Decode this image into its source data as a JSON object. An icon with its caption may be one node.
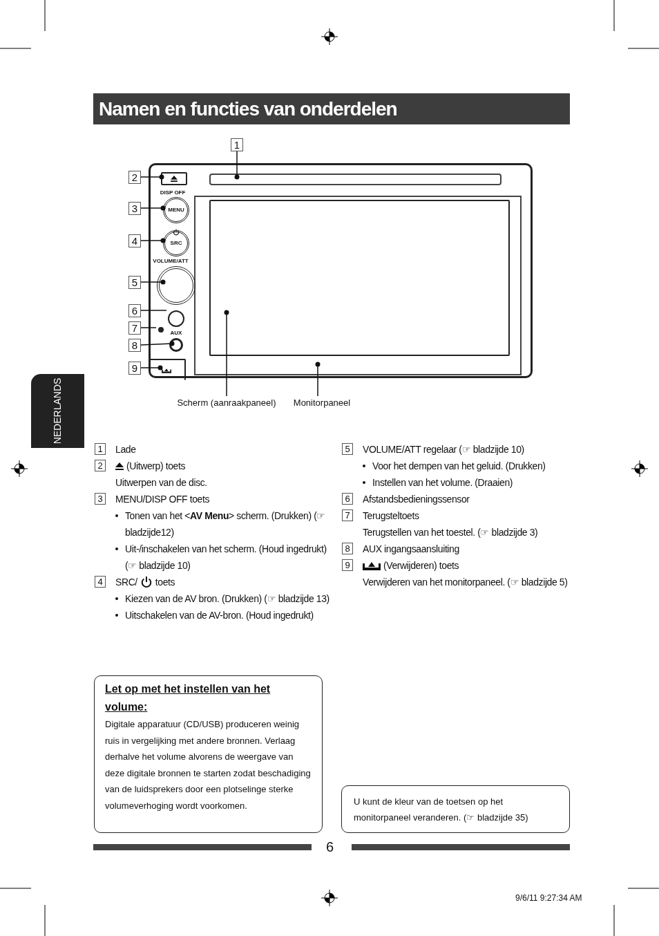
{
  "diagram": {
    "title": "Namen en functies van onderdelen",
    "nodes": [
      {
        "text": [
          "1"
        ]
      },
      {
        "text": [
          "2"
        ]
      },
      {
        "text": [
          "3"
        ]
      },
      {
        "text": [
          "4"
        ]
      },
      {
        "text": [
          "5"
        ]
      },
      {
        "text": [
          "6"
        ]
      },
      {
        "text": [
          "7"
        ]
      },
      {
        "text": [
          "8"
        ]
      },
      {
        "text": [
          "9"
        ]
      },
      {
        "text": [
          "Scherm (aanraakpaneel)"
        ]
      },
      {
        "text": [
          "Monitorpaneel"
        ]
      },
      {
        "text": [],
        "shape": "box"
      },
      {
        "text": [],
        "shape": "bar",
        "in": 11
      },
      {
        "text": [],
        "shape": "box",
        "in": 11
      },
      {
        "text": [
          "MENU"
        ],
        "in": 11
      },
      {
        "text": [
          "SRC"
        ],
        "in": 11
      },
      {
        "text": [],
        "shape": "circle",
        "in": 11
      },
      {
        "text": [],
        "shape": "circle",
        "in": 11
      },
      {
        "text": [],
        "shape": "circle",
        "in": 11
      },
      {
        "text": [],
        "shape": "circle",
        "in": 11
      },
      {
        "text": [],
        "shape": "box",
        "in": 11
      },
      {
        "text": [],
        "shape": "box",
        "in": 11
      },
      {
        "text": [
          "Let op met het instellen van het volume:",
          "Digitale apparatuur (CD/USB) produceren weinig ruis in vergelijking met andere bronnen. Verlaag derhalve het volume alvorens de weergave van deze digitale bronnen te starten zodat beschadiging van de luidsprekers door een plotselinge sterke volumeverhoging wordt voorkomen."
        ]
      },
      {
        "text": [
          "U kunt de kleur van de toetsen op het monitorpaneel veranderen. (☞ bladzijde 35)"
        ]
      }
    ],
    "edges": [
      {
        "from": 0,
        "to": 12,
        "arrow": "other"
      },
      {
        "from": 1,
        "to": 13,
        "arrow": "other"
      },
      {
        "from": 2,
        "to": 14,
        "arrow": "other"
      },
      {
        "from": 3,
        "to": 15,
        "arrow": "other"
      },
      {
        "from": 4,
        "to": 16,
        "arrow": "other"
      },
      {
        "from": 5,
        "to": 17,
        "arrow": "none"
      },
      {
        "from": 6,
        "to": 18,
        "arrow": "none"
      },
      {
        "from": 7,
        "to": 19,
        "arrow": "other"
      },
      {
        "from": 8,
        "to": 20,
        "arrow": "other"
      },
      {
        "from": 9,
        "to": 21,
        "arrow": "other"
      },
      {
        "from": 10,
        "to": 11,
        "arrow": "other"
      }
    ],
    "labels": [
      "DISP OFF",
      "VOLUME/ATT",
      "AUX",
      "1",
      "Lade",
      "2",
      "(Uitwerp) toets",
      "Uitwerpen van de disc.",
      "3",
      "MENU/DISP OFF toets",
      "Tonen van het <**AV Menu**> scherm. (Drukken) (☞ bladzijde12)",
      "Uit-/inschakelen van het scherm. (Houd ingedrukt) (☞ bladzijde 10)",
      "4",
      "SRC/",
      "toets",
      "Kiezen van de AV bron. (Drukken) (☞ bladzijde 13)",
      "Uitschakelen van de AV-bron. (Houd ingedrukt)",
      "5",
      "VOLUME/ATT regelaar (☞ bladzijde 10)",
      "Voor het dempen van het geluid. (Drukken)",
      "Instellen van het volume. (Draaien)",
      "6",
      "Afstandsbedieningssensor",
      "7",
      "Terugsteltoets",
      "Terugstellen van het toestel. (☞ bladzijde 3)",
      "8",
      "AUX ingangsaansluiting",
      "9",
      "(Verwijderen) toets",
      "Verwijderen van het monitorpaneel. (☞ bladzijde 5)",
      "NEDERLANDS",
      "6",
      "9/6/11 9:27:34 AM"
    ]
  }
}
